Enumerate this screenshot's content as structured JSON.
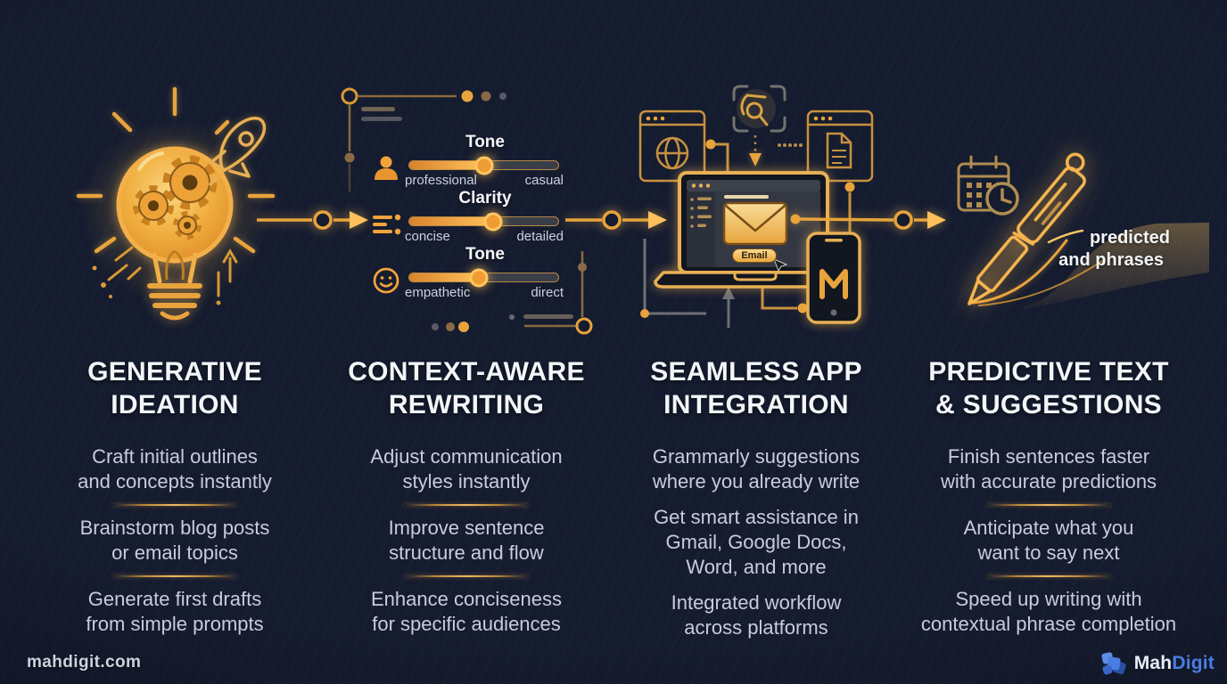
{
  "columns": [
    {
      "title": "GENERATIVE\nIDEATION",
      "items": [
        "Craft initial outlines\nand concepts instantly",
        "Brainstorm blog posts\nor email topics",
        "Generate first drafts\nfrom simple prompts"
      ],
      "dividers": true
    },
    {
      "title": "CONTEXT-AWARE\nREWRITING",
      "items": [
        "Adjust communication\nstyles instantly",
        "Improve sentence\nstructure and flow",
        "Enhance conciseness\nfor specific audiences"
      ],
      "dividers": true
    },
    {
      "title": "SEAMLESS APP\nINTEGRATION",
      "items": [
        "Grammarly suggestions\nwhere you already write",
        "Get smart assistance in\nGmail, Google Docs,\nWord, and more",
        "Integrated workflow\nacross platforms"
      ],
      "dividers": false
    },
    {
      "title": "PREDICTIVE TEXT\n& SUGGESTIONS",
      "items": [
        "Finish sentences faster\nwith accurate predictions",
        "Anticipate what you\nwant to say next",
        "Speed up writing with\ncontextual phrase completion"
      ],
      "dividers": true
    }
  ],
  "sliders": [
    {
      "heading": "Tone",
      "min_label": "professional",
      "max_label": "casual",
      "value": 50
    },
    {
      "heading": "Clarity",
      "min_label": "concise",
      "max_label": "detailed",
      "value": 56
    },
    {
      "heading": "Tone",
      "min_label": "empathetic",
      "max_label": "direct",
      "value": 47
    }
  ],
  "laptop": {
    "email_button": "Email"
  },
  "pen_annotation": {
    "line1": "predicted",
    "line2": "and phrases"
  },
  "footer": {
    "watermark": "mahdigit.com",
    "brand": {
      "prefix": "Mah",
      "suffix": "Digit"
    }
  },
  "colors": {
    "background": "#151C2F",
    "gold": "#E8A33C",
    "gold_bright": "#FFC661",
    "heading_text": "#F3F5F8",
    "body_text": "#C7CDDA",
    "brand_blue": "#4A7DE0"
  },
  "icons": [
    "lightbulb-icon",
    "gear-icon",
    "rocket-icon",
    "user-icon",
    "list-icon",
    "smiley-icon",
    "chrome-icon",
    "globe-icon",
    "document-icon",
    "laptop-icon",
    "envelope-icon",
    "gmail-m-icon",
    "phone-icon",
    "calendar-icon",
    "clock-icon",
    "pen-icon",
    "flow-arrow-icon"
  ]
}
